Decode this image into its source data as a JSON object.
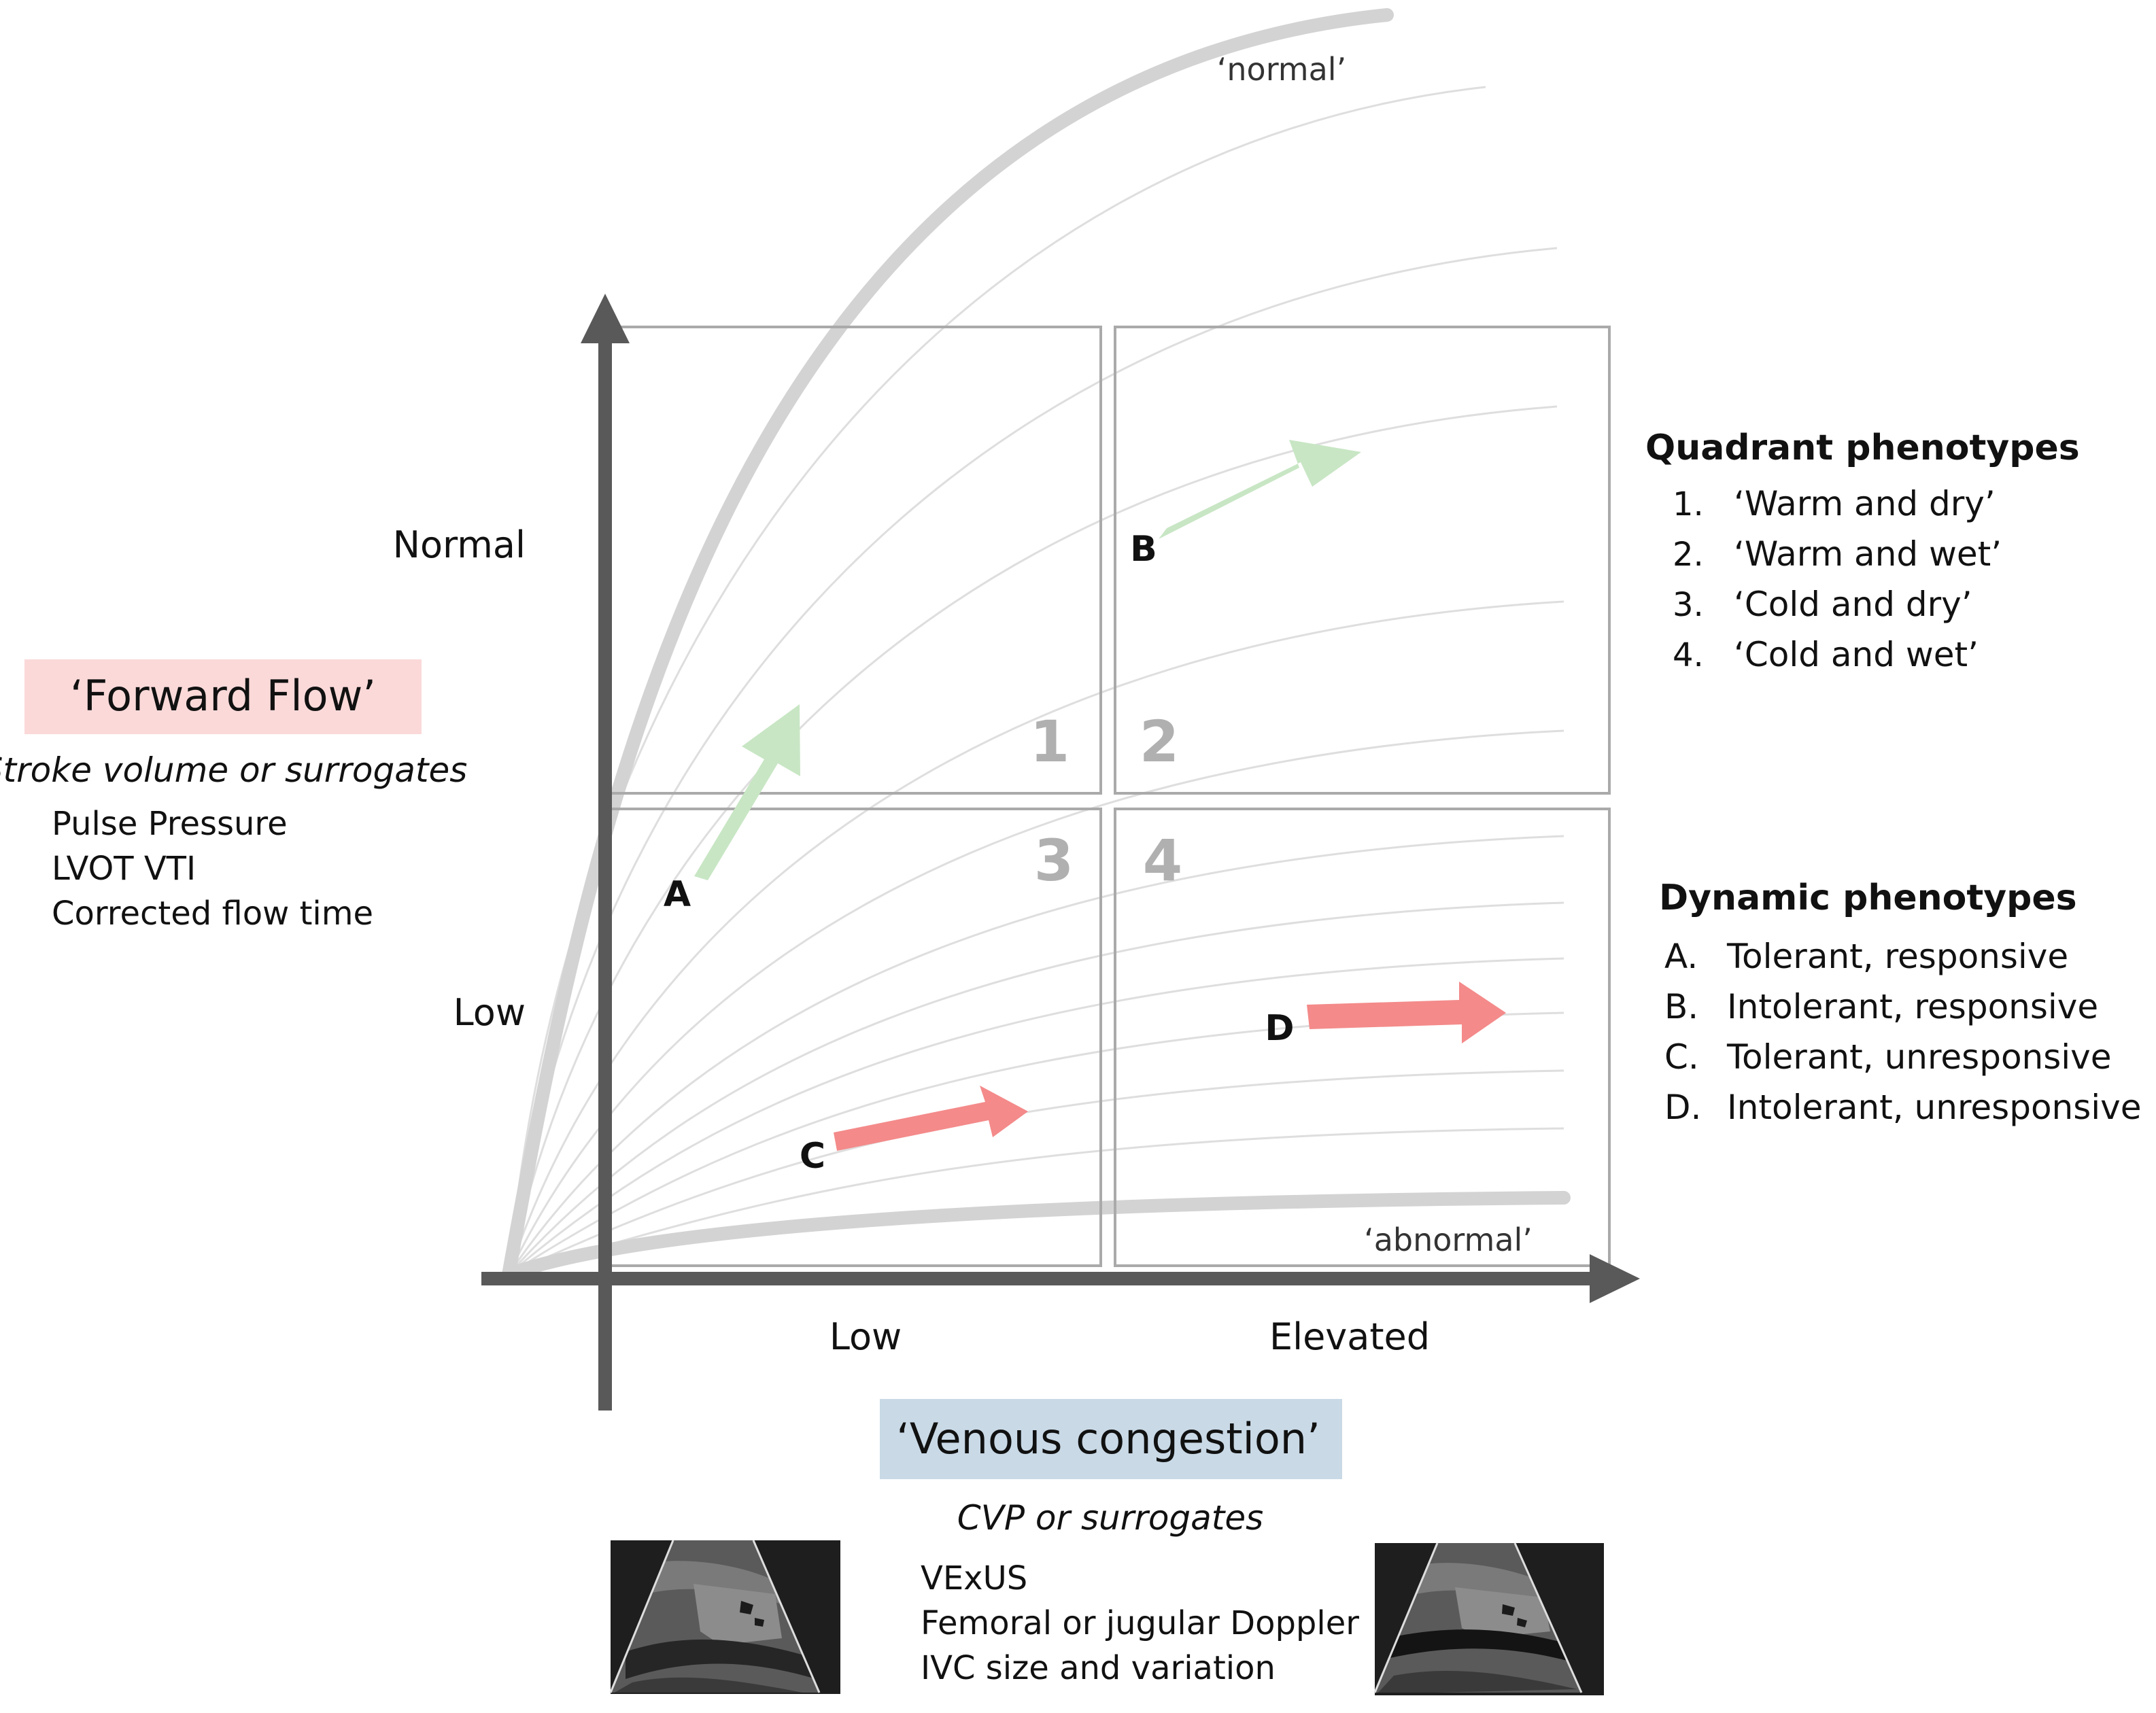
{
  "curves": {
    "upper_label": "‘normal’",
    "lower_label": "‘abnormal’"
  },
  "quadrants": {
    "numbers": [
      "1",
      "2",
      "3",
      "4"
    ]
  },
  "y_axis": {
    "tick_high": "Normal",
    "tick_low": "Low",
    "title": "‘Forward Flow’",
    "subtitle": "Stroke volume or surrogates",
    "measures": [
      "Pulse Pressure",
      "LVOT VTI",
      "Corrected flow time"
    ]
  },
  "x_axis": {
    "tick_low": "Low",
    "tick_high": "Elevated",
    "title": "‘Venous congestion’",
    "subtitle": "CVP or surrogates",
    "measures": [
      "VExUS",
      "Femoral or jugular Doppler",
      "IVC size and variation"
    ]
  },
  "arrows": [
    {
      "label": "A",
      "color": "#c8e6c4"
    },
    {
      "label": "B",
      "color": "#c8e6c4"
    },
    {
      "label": "C",
      "color": "#f48a8a"
    },
    {
      "label": "D",
      "color": "#f48a8a"
    }
  ],
  "quadrant_legend": {
    "title": "Quadrant phenotypes",
    "items": [
      {
        "marker": "1.",
        "text": "‘Warm and dry’"
      },
      {
        "marker": "2.",
        "text": "‘Warm and wet’"
      },
      {
        "marker": "3.",
        "text": "‘Cold and dry’"
      },
      {
        "marker": "4.",
        "text": "‘Cold and wet’"
      }
    ]
  },
  "dynamic_legend": {
    "title": "Dynamic phenotypes",
    "items": [
      {
        "marker": "A.",
        "text": "Tolerant, responsive"
      },
      {
        "marker": "B.",
        "text": "Intolerant, responsive"
      },
      {
        "marker": "C.",
        "text": "Tolerant, unresponsive"
      },
      {
        "marker": "D.",
        "text": "Intolerant, unresponsive"
      }
    ]
  },
  "colors": {
    "axis": "#595959",
    "curve_bold": "#d3d3d3",
    "curve_thin": "#dedede",
    "grid_box": "#aaaaaa",
    "quadrant_number": "#b0b0b0",
    "forward_flow_bg": "#fbd9d9",
    "venous_bg": "#c9d9e6",
    "green_arrow": "#c8e6c4",
    "red_arrow": "#f48a8a"
  },
  "icons": [
    "ultrasound-image-left",
    "ultrasound-image-right"
  ]
}
